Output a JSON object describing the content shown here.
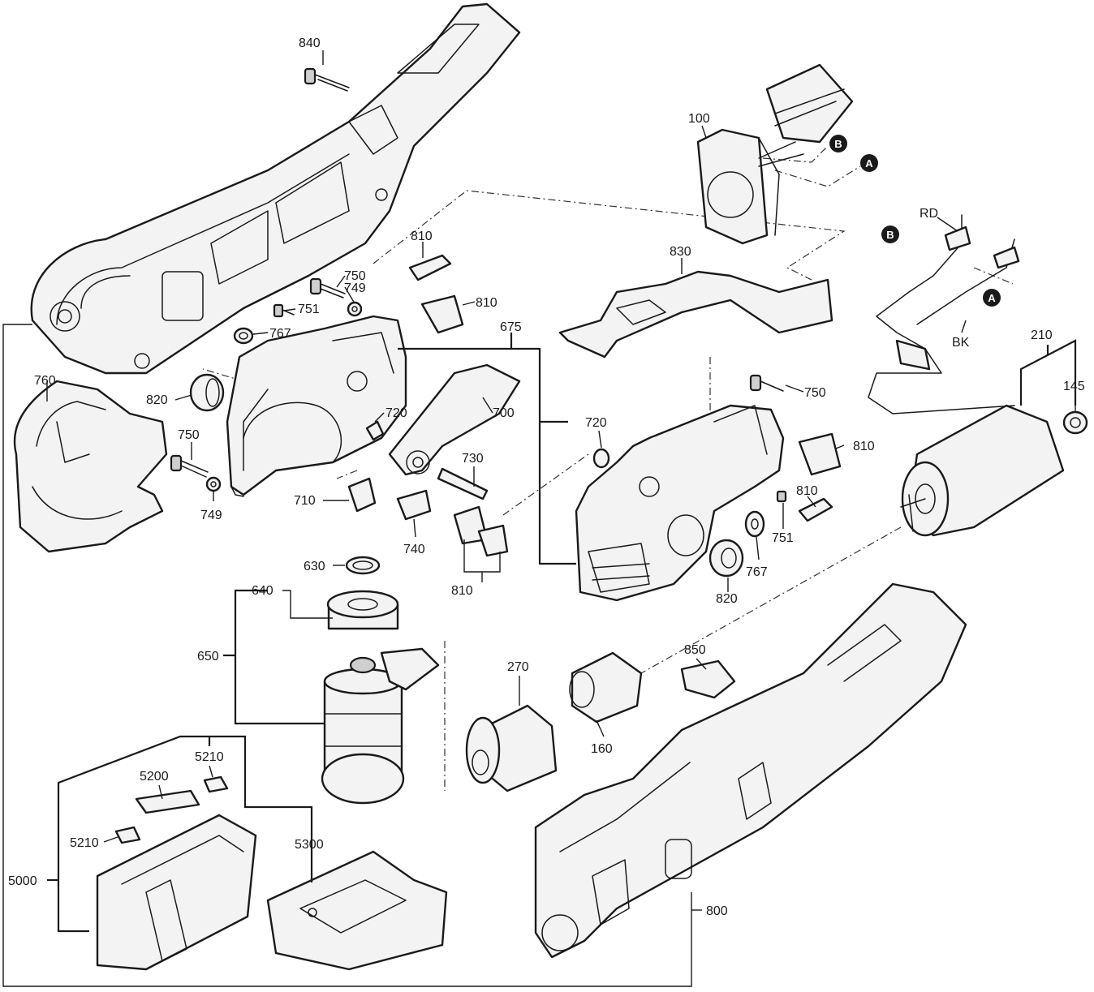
{
  "labels": {
    "p840": "840",
    "p100": "100",
    "p810a": "810",
    "p810b": "810",
    "p810c": "810",
    "p810d": "810",
    "p810e": "810",
    "p830": "830",
    "p750a": "750",
    "p749a": "749",
    "p751a": "751",
    "p767a": "767",
    "p675": "675",
    "p760": "760",
    "p820a": "820",
    "p720a": "720",
    "p700": "700",
    "p720b": "720",
    "p750b": "750",
    "p749b": "749",
    "p750c": "750",
    "p730": "730",
    "p710": "710",
    "p740": "740",
    "p751b": "751",
    "p767b": "767",
    "p820b": "820",
    "p630": "630",
    "p640": "640",
    "p650": "650",
    "p270": "270",
    "p160": "160",
    "p850": "850",
    "p210": "210",
    "p145": "145",
    "rd": "RD",
    "bk": "BK",
    "p5210a": "5210",
    "p5200": "5200",
    "p5210b": "5210",
    "p5000": "5000",
    "p5300": "5300",
    "p800": "800"
  },
  "markers": {
    "a1": "A",
    "b1": "B",
    "a2": "A",
    "b2": "B"
  },
  "colors": {
    "line": "#1a1a1a",
    "part_fill": "#f3f3f3",
    "shade": "#cfcfcf",
    "background": "#ffffff"
  }
}
